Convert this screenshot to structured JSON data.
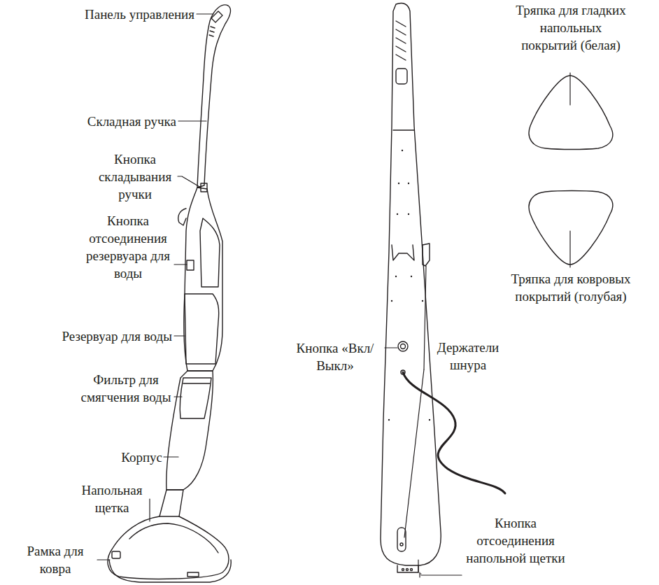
{
  "diagram": {
    "labels": [
      "Панель управления",
      "Складная ручка",
      "Кнопка складывания ручки",
      "Кнопка отсоединения резервуара для воды",
      "Резервуар для воды",
      "Фильтр для смягчения воды",
      "Корпус",
      "Напольная щетка",
      "Рамка для ковра",
      "Кнопка «Вкл/Выкл»",
      "Держатели шнура",
      "Кнопка отсоединения напольной щетки",
      "Тряпка для гладких напольных покрытий (белая)",
      "Тряпка для ковровых покрытий (голубая)"
    ]
  }
}
